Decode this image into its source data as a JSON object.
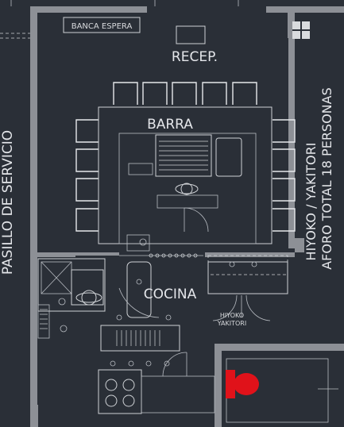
{
  "labels": {
    "banca_espera": "BANCA ESPERA",
    "recep": "RECEP.",
    "barra": "BARRA",
    "pasillo": "PASILLO DE SERVICIO",
    "cocina": "COCINA",
    "hiyoko_line1": "HIYOKO / YAKITORI",
    "hiyoko_line2": "AFORO TOTAL 18 PERSONAS",
    "small_line1": "HIYOKO",
    "small_line2": "YAKITORI"
  },
  "colors": {
    "background": "#2a2f37",
    "walls": "#8d9096",
    "lines": "#cfd2d6",
    "restroom": "#e0121a"
  },
  "icons": [
    "window-icon",
    "toilet-icon",
    "chef-figure-icon"
  ]
}
